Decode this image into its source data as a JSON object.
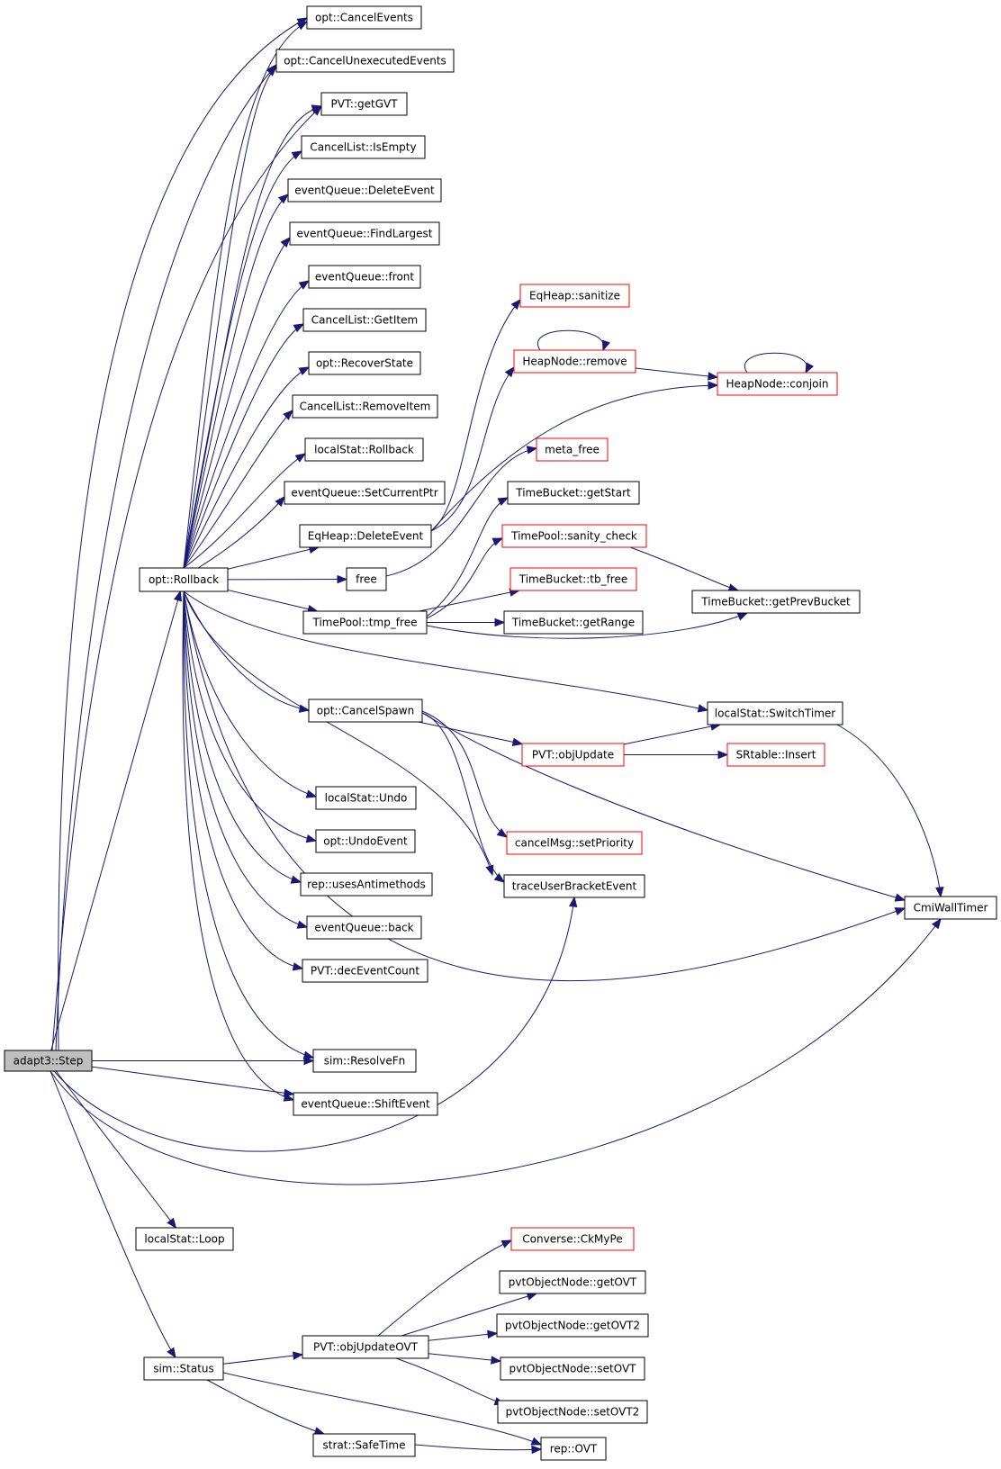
{
  "colors": {
    "edge": "#191970",
    "node_border": "#000000",
    "node_incomplete_border": "#ff0000",
    "root_fill": "#bfbfbf",
    "background": "#ffffff"
  },
  "nodes": [
    {
      "id": "adapt3_step",
      "label": "adapt3::Step",
      "style": "root"
    },
    {
      "id": "opt_cancelevents",
      "label": "opt::CancelEvents",
      "style": "black"
    },
    {
      "id": "opt_cancelunexecutedevents",
      "label": "opt::CancelUnexecutedEvents",
      "style": "black"
    },
    {
      "id": "pvt_getgvt",
      "label": "PVT::getGVT",
      "style": "black"
    },
    {
      "id": "cancellist_isempty",
      "label": "CancelList::IsEmpty",
      "style": "black"
    },
    {
      "id": "eventqueue_deleteevent",
      "label": "eventQueue::DeleteEvent",
      "style": "black"
    },
    {
      "id": "eventqueue_findlargest",
      "label": "eventQueue::FindLargest",
      "style": "black"
    },
    {
      "id": "eventqueue_front",
      "label": "eventQueue::front",
      "style": "black"
    },
    {
      "id": "cancellist_getitem",
      "label": "CancelList::GetItem",
      "style": "black"
    },
    {
      "id": "opt_recoverstate",
      "label": "opt::RecoverState",
      "style": "black"
    },
    {
      "id": "cancellist_removeitem",
      "label": "CancelList::RemoveItem",
      "style": "black"
    },
    {
      "id": "localstat_rollback",
      "label": "localStat::Rollback",
      "style": "black"
    },
    {
      "id": "eventqueue_setcurrentptr",
      "label": "eventQueue::SetCurrentPtr",
      "style": "black"
    },
    {
      "id": "eqheap_deleteevent",
      "label": "EqHeap::DeleteEvent",
      "style": "black"
    },
    {
      "id": "opt_rollback",
      "label": "opt::Rollback",
      "style": "black"
    },
    {
      "id": "free",
      "label": "free",
      "style": "black"
    },
    {
      "id": "timepool_tmp_free",
      "label": "TimePool::tmp_free",
      "style": "black"
    },
    {
      "id": "eqheap_sanitize",
      "label": "EqHeap::sanitize",
      "style": "red"
    },
    {
      "id": "heapnode_remove",
      "label": "HeapNode::remove",
      "style": "red"
    },
    {
      "id": "heapnode_conjoin",
      "label": "HeapNode::conjoin",
      "style": "red"
    },
    {
      "id": "meta_free",
      "label": "meta_free",
      "style": "red"
    },
    {
      "id": "timebucket_getstart",
      "label": "TimeBucket::getStart",
      "style": "black"
    },
    {
      "id": "timepool_sanity_check",
      "label": "TimePool::sanity_check",
      "style": "red"
    },
    {
      "id": "timebucket_tb_free",
      "label": "TimeBucket::tb_free",
      "style": "red"
    },
    {
      "id": "timebucket_getprevbucket",
      "label": "TimeBucket::getPrevBucket",
      "style": "black"
    },
    {
      "id": "timebucket_getrange",
      "label": "TimeBucket::getRange",
      "style": "black"
    },
    {
      "id": "opt_cancelspawn",
      "label": "opt::CancelSpawn",
      "style": "black"
    },
    {
      "id": "localstat_switchtimer",
      "label": "localStat::SwitchTimer",
      "style": "black"
    },
    {
      "id": "pvt_objupdate",
      "label": "PVT::objUpdate",
      "style": "red"
    },
    {
      "id": "srtable_insert",
      "label": "SRtable::Insert",
      "style": "red"
    },
    {
      "id": "localstat_undo",
      "label": "localStat::Undo",
      "style": "black"
    },
    {
      "id": "cancelmsg_setpriority",
      "label": "cancelMsg::setPriority",
      "style": "red"
    },
    {
      "id": "opt_undoevent",
      "label": "opt::UndoEvent",
      "style": "black"
    },
    {
      "id": "tracebracket",
      "label": "traceUserBracketEvent",
      "style": "black"
    },
    {
      "id": "rep_usesantimethods",
      "label": "rep::usesAntimethods",
      "style": "black"
    },
    {
      "id": "cmiwalltimer",
      "label": "CmiWallTimer",
      "style": "black"
    },
    {
      "id": "eventqueue_back",
      "label": "eventQueue::back",
      "style": "black"
    },
    {
      "id": "pvt_deceventcount",
      "label": "PVT::decEventCount",
      "style": "black"
    },
    {
      "id": "sim_resolvefn",
      "label": "sim::ResolveFn",
      "style": "black"
    },
    {
      "id": "eventqueue_shiftevent",
      "label": "eventQueue::ShiftEvent",
      "style": "black"
    },
    {
      "id": "localstat_loop",
      "label": "localStat::Loop",
      "style": "black"
    },
    {
      "id": "converse_ckmype",
      "label": "Converse::CkMyPe",
      "style": "red"
    },
    {
      "id": "pvtobjectnode_getovt",
      "label": "pvtObjectNode::getOVT",
      "style": "black"
    },
    {
      "id": "pvtobjectnode_getovt2",
      "label": "pvtObjectNode::getOVT2",
      "style": "black"
    },
    {
      "id": "pvt_objupdateovt",
      "label": "PVT::objUpdateOVT",
      "style": "black"
    },
    {
      "id": "sim_status",
      "label": "sim::Status",
      "style": "black"
    },
    {
      "id": "pvtobjectnode_setovt",
      "label": "pvtObjectNode::setOVT",
      "style": "black"
    },
    {
      "id": "pvtobjectnode_setovt2",
      "label": "pvtObjectNode::setOVT2",
      "style": "black"
    },
    {
      "id": "strat_safetime",
      "label": "strat::SafeTime",
      "style": "black"
    },
    {
      "id": "rep_ovt",
      "label": "rep::OVT",
      "style": "black"
    }
  ],
  "edges": [
    [
      "adapt3_step",
      "opt_cancelevents"
    ],
    [
      "adapt3_step",
      "opt_cancelunexecutedevents"
    ],
    [
      "adapt3_step",
      "pvt_getgvt"
    ],
    [
      "adapt3_step",
      "opt_rollback"
    ],
    [
      "adapt3_step",
      "sim_resolvefn"
    ],
    [
      "adapt3_step",
      "eventqueue_shiftevent"
    ],
    [
      "adapt3_step",
      "tracebracket"
    ],
    [
      "adapt3_step",
      "cmiwalltimer"
    ],
    [
      "adapt3_step",
      "localstat_loop"
    ],
    [
      "adapt3_step",
      "sim_status"
    ],
    [
      "opt_rollback",
      "opt_cancelevents"
    ],
    [
      "opt_rollback",
      "opt_cancelunexecutedevents"
    ],
    [
      "opt_rollback",
      "pvt_getgvt"
    ],
    [
      "opt_rollback",
      "cancellist_isempty"
    ],
    [
      "opt_rollback",
      "eventqueue_deleteevent"
    ],
    [
      "opt_rollback",
      "eventqueue_findlargest"
    ],
    [
      "opt_rollback",
      "eventqueue_front"
    ],
    [
      "opt_rollback",
      "cancellist_getitem"
    ],
    [
      "opt_rollback",
      "opt_recoverstate"
    ],
    [
      "opt_rollback",
      "cancellist_removeitem"
    ],
    [
      "opt_rollback",
      "localstat_rollback"
    ],
    [
      "opt_rollback",
      "eventqueue_setcurrentptr"
    ],
    [
      "opt_rollback",
      "eqheap_deleteevent"
    ],
    [
      "opt_rollback",
      "free"
    ],
    [
      "opt_rollback",
      "timepool_tmp_free"
    ],
    [
      "opt_rollback",
      "opt_cancelspawn"
    ],
    [
      "opt_rollback",
      "localstat_switchtimer"
    ],
    [
      "opt_rollback",
      "localstat_undo"
    ],
    [
      "opt_rollback",
      "opt_undoevent"
    ],
    [
      "opt_rollback",
      "rep_usesantimethods"
    ],
    [
      "opt_rollback",
      "eventqueue_back"
    ],
    [
      "opt_rollback",
      "pvt_deceventcount"
    ],
    [
      "opt_rollback",
      "sim_resolvefn"
    ],
    [
      "opt_rollback",
      "eventqueue_shiftevent"
    ],
    [
      "opt_rollback",
      "tracebracket"
    ],
    [
      "opt_rollback",
      "cmiwalltimer"
    ],
    [
      "eqheap_deleteevent",
      "eqheap_sanitize"
    ],
    [
      "eqheap_deleteevent",
      "heapnode_remove"
    ],
    [
      "eqheap_deleteevent",
      "heapnode_conjoin"
    ],
    [
      "heapnode_remove",
      "heapnode_remove"
    ],
    [
      "heapnode_remove",
      "heapnode_conjoin"
    ],
    [
      "heapnode_conjoin",
      "heapnode_conjoin"
    ],
    [
      "free",
      "meta_free"
    ],
    [
      "timepool_tmp_free",
      "timebucket_getstart"
    ],
    [
      "timepool_tmp_free",
      "timepool_sanity_check"
    ],
    [
      "timepool_tmp_free",
      "timebucket_tb_free"
    ],
    [
      "timepool_tmp_free",
      "timebucket_getrange"
    ],
    [
      "timepool_tmp_free",
      "timebucket_getprevbucket"
    ],
    [
      "timepool_sanity_check",
      "timebucket_getprevbucket"
    ],
    [
      "opt_cancelspawn",
      "pvt_objupdate"
    ],
    [
      "opt_cancelspawn",
      "cancelmsg_setpriority"
    ],
    [
      "opt_cancelspawn",
      "tracebracket"
    ],
    [
      "opt_cancelspawn",
      "cmiwalltimer"
    ],
    [
      "pvt_objupdate",
      "localstat_switchtimer"
    ],
    [
      "pvt_objupdate",
      "srtable_insert"
    ],
    [
      "localstat_switchtimer",
      "cmiwalltimer"
    ],
    [
      "sim_status",
      "pvt_objupdateovt"
    ],
    [
      "sim_status",
      "strat_safetime"
    ],
    [
      "sim_status",
      "rep_ovt"
    ],
    [
      "pvt_objupdateovt",
      "converse_ckmype"
    ],
    [
      "pvt_objupdateovt",
      "pvtobjectnode_getovt"
    ],
    [
      "pvt_objupdateovt",
      "pvtobjectnode_getovt2"
    ],
    [
      "pvt_objupdateovt",
      "pvtobjectnode_setovt"
    ],
    [
      "pvt_objupdateovt",
      "pvtobjectnode_setovt2"
    ],
    [
      "strat_safetime",
      "rep_ovt"
    ]
  ]
}
